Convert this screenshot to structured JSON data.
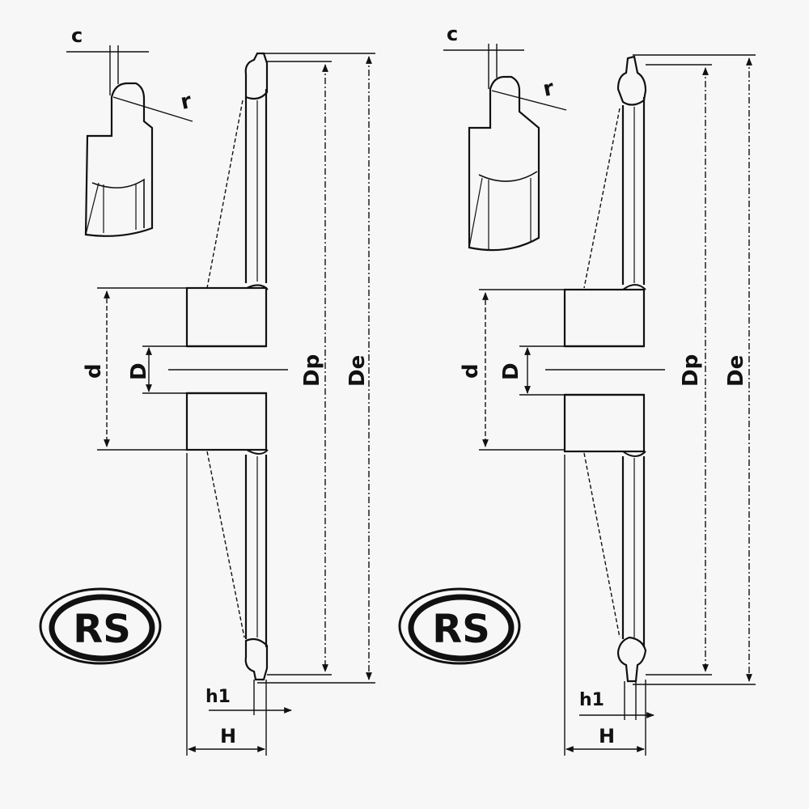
{
  "figure": {
    "left": {
      "labels": {
        "c": "c",
        "r": "r",
        "d": "d",
        "D": "D",
        "Dp": "Dp",
        "De": "De",
        "h1": "h1",
        "H": "H"
      },
      "logo": "RS"
    },
    "right": {
      "labels": {
        "c": "c",
        "r": "r",
        "d": "d",
        "D": "D",
        "Dp": "Dp",
        "De": "De",
        "h1": "h1",
        "H": "H"
      },
      "logo": "RS"
    }
  }
}
